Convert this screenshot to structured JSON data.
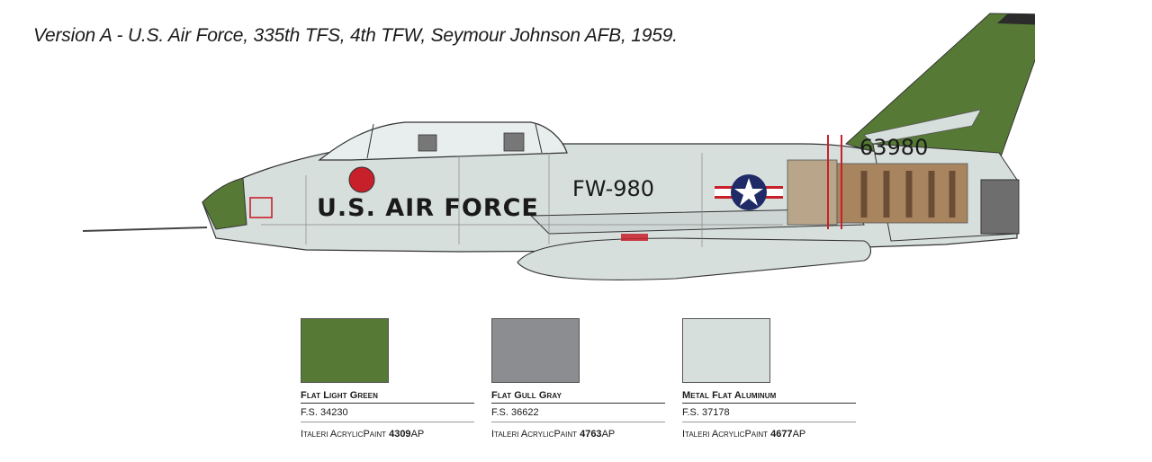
{
  "caption": "Version A - U.S. Air Force, 335th TFS, 4th TFW, Seymour Johnson AFB, 1959.",
  "markings": {
    "fuselage": "U.S. AIR FORCE",
    "buzz_number": "FW-980",
    "tail_number": "63980"
  },
  "colors": {
    "green": "#567a35",
    "gray": "#8c8d90",
    "aluminum": "#d7dfdd",
    "tan": "#b8a58a",
    "brown": "#8b6a52",
    "insignia_blue": "#1f2a66",
    "insignia_red": "#c8202a"
  },
  "paints": [
    {
      "name": "Flat Light Green",
      "fs": "F.S. 34230",
      "brand": "Italeri AcrylicPaint",
      "code": "4309",
      "suffix": "AP",
      "color": "#567a35"
    },
    {
      "name": "Flat Gull Gray",
      "fs": "F.S. 36622",
      "brand": "Italeri AcrylicPaint",
      "code": "4763",
      "suffix": "AP",
      "color": "#8c8d90"
    },
    {
      "name": "Metal Flat Aluminum",
      "fs": "F.S. 37178",
      "brand": "Italeri AcrylicPaint",
      "code": "4677",
      "suffix": "AP",
      "color": "#d7dfdd"
    }
  ]
}
